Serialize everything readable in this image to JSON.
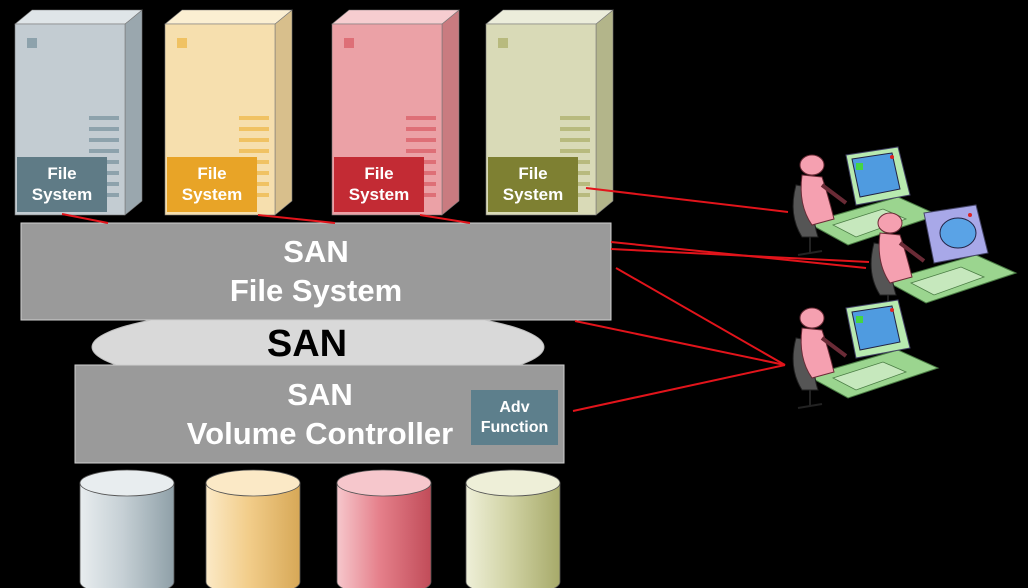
{
  "servers": [
    {
      "label": "File\nSystem",
      "face": "#c3ccd2",
      "side": "#9aa7ae",
      "top": "#dfe5e8",
      "label_bg": "#5f7b86",
      "accent": "#8da2ac"
    },
    {
      "label": "File\nSystem",
      "face": "#f6dfae",
      "side": "#d8bf8c",
      "top": "#fbefd2",
      "label_bg": "#e8a427",
      "accent": "#f0c263"
    },
    {
      "label": "File\nSystem",
      "face": "#eba1a6",
      "side": "#c97b80",
      "top": "#f6cdd0",
      "label_bg": "#c32b34",
      "accent": "#de6f77"
    },
    {
      "label": "File\nSystem",
      "face": "#d9dab7",
      "side": "#b3b58a",
      "top": "#eceddb",
      "label_bg": "#7e8032",
      "accent": "#b8ba7e"
    }
  ],
  "san_fs": {
    "line1": "SAN",
    "line2": "File System"
  },
  "san_cloud": {
    "label": "SAN"
  },
  "svc": {
    "line1": "SAN",
    "line2": "Volume Controller"
  },
  "adv": {
    "label": "Adv\nFunction"
  },
  "disks": [
    {
      "body": "#c6d0d5",
      "top": "#e8edef",
      "dark": "#8fa0a8"
    },
    {
      "body": "#f2cd8a",
      "top": "#fbe9c6",
      "dark": "#d7a857"
    },
    {
      "body": "#e5808b",
      "top": "#f6c7cc",
      "dark": "#c14c59"
    },
    {
      "body": "#d1d3a5",
      "top": "#eeefd8",
      "dark": "#a7aa6a"
    }
  ],
  "colors": {
    "link": "#e2141b",
    "bar": "#9a9a9a",
    "adv_bg": "#5d7f8c"
  }
}
